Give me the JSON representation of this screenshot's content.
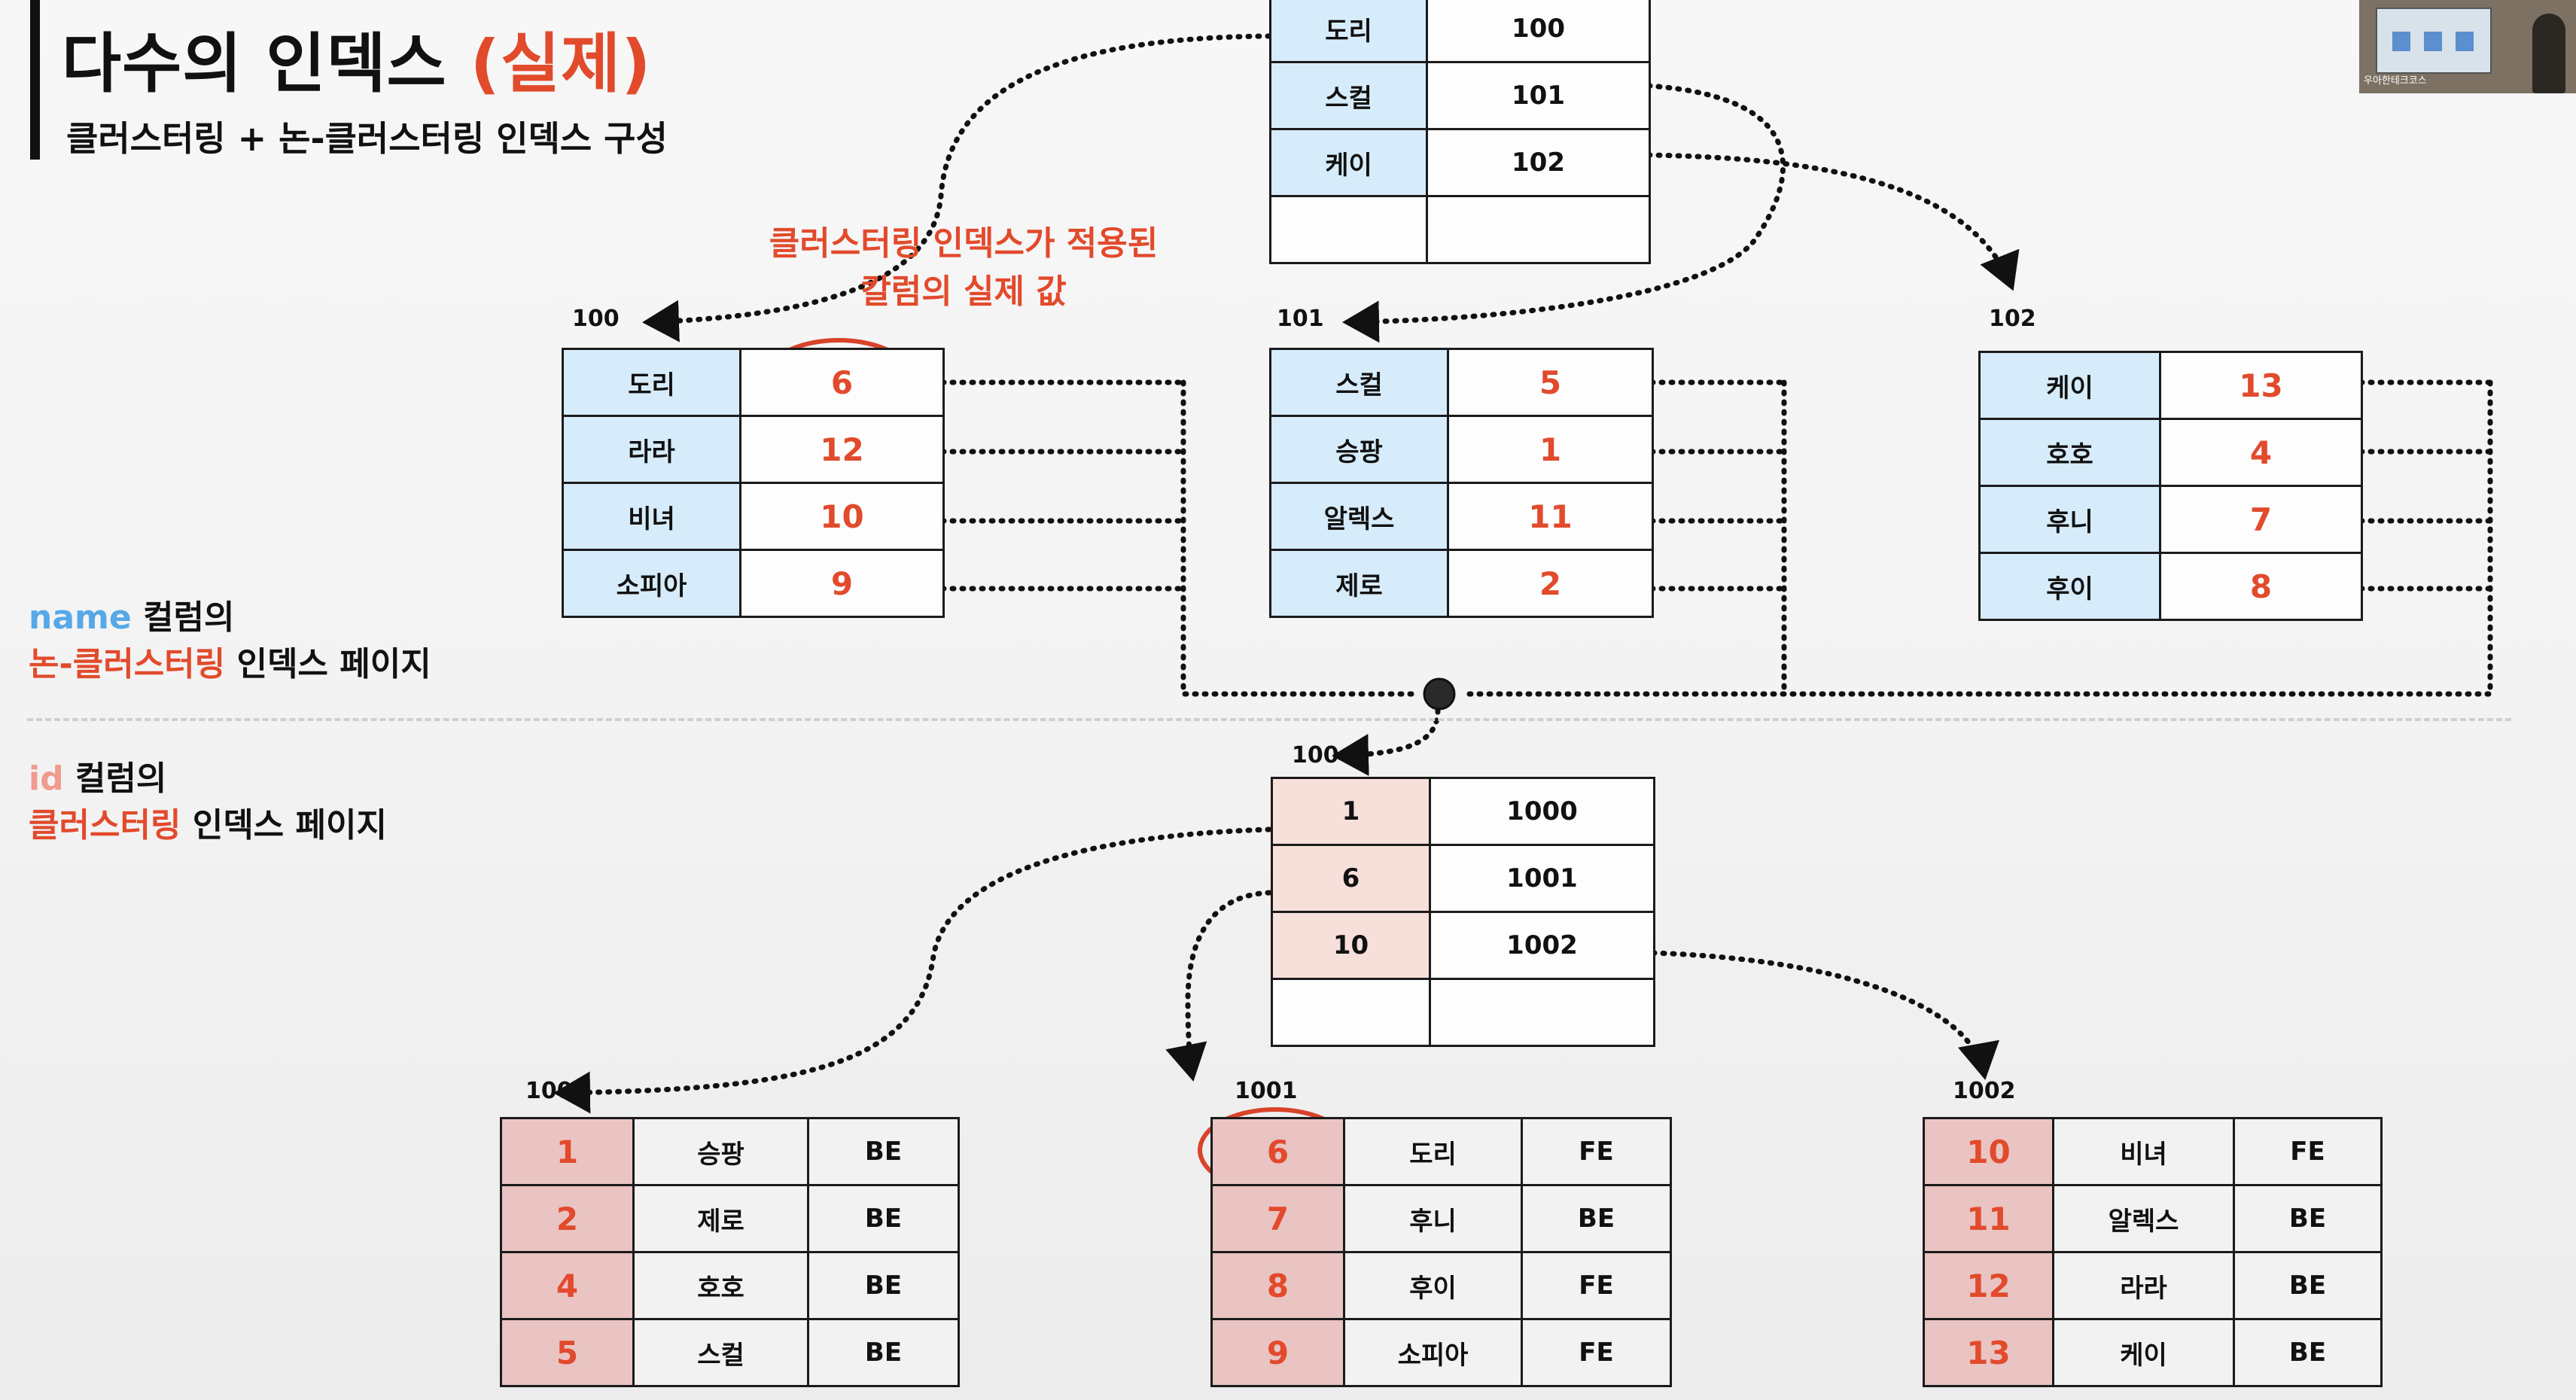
{
  "header": {
    "title_main": "다수의 인덱스",
    "title_accent": "(실제)",
    "subtitle": "클러스터링 + 논-클러스터링 인덱스 구성"
  },
  "labels": {
    "name_section": {
      "keyword": "name",
      "rest1": " 컬럼의",
      "highlight": "논-클러스터링",
      "rest2": " 인덱스 페이지"
    },
    "id_section": {
      "keyword": "id",
      "rest1": " 컬럼의",
      "highlight": "클러스터링",
      "rest2": " 인덱스 페이지"
    },
    "note_line1": "클러스터링 인덱스가 적용된",
    "note_line2": "칼럼의 실제 값"
  },
  "name_root": {
    "rows": [
      {
        "key": "도리",
        "page": "100"
      },
      {
        "key": "스컬",
        "page": "101"
      },
      {
        "key": "케이",
        "page": "102"
      },
      {
        "key": "",
        "page": ""
      }
    ]
  },
  "name_leaves": [
    {
      "page_label": "100",
      "rows": [
        {
          "name": "도리",
          "id": "6"
        },
        {
          "name": "라라",
          "id": "12"
        },
        {
          "name": "비녀",
          "id": "10"
        },
        {
          "name": "소피아",
          "id": "9"
        }
      ]
    },
    {
      "page_label": "101",
      "rows": [
        {
          "name": "스컬",
          "id": "5"
        },
        {
          "name": "승팡",
          "id": "1"
        },
        {
          "name": "알렉스",
          "id": "11"
        },
        {
          "name": "제로",
          "id": "2"
        }
      ]
    },
    {
      "page_label": "102",
      "rows": [
        {
          "name": "케이",
          "id": "13"
        },
        {
          "name": "호호",
          "id": "4"
        },
        {
          "name": "후니",
          "id": "7"
        },
        {
          "name": "후이",
          "id": "8"
        }
      ]
    }
  ],
  "id_root": {
    "page_label": "100",
    "rows": [
      {
        "key": "1",
        "page": "1000"
      },
      {
        "key": "6",
        "page": "1001"
      },
      {
        "key": "10",
        "page": "1002"
      },
      {
        "key": "",
        "page": ""
      }
    ]
  },
  "data_pages": [
    {
      "page_label": "1000",
      "rows": [
        {
          "id": "1",
          "name": "승팡",
          "team": "BE"
        },
        {
          "id": "2",
          "name": "제로",
          "team": "BE"
        },
        {
          "id": "4",
          "name": "호호",
          "team": "BE"
        },
        {
          "id": "5",
          "name": "스컬",
          "team": "BE"
        }
      ]
    },
    {
      "page_label": "1001",
      "rows": [
        {
          "id": "6",
          "name": "도리",
          "team": "FE"
        },
        {
          "id": "7",
          "name": "후니",
          "team": "BE"
        },
        {
          "id": "8",
          "name": "후이",
          "team": "FE"
        },
        {
          "id": "9",
          "name": "소피아",
          "team": "FE"
        }
      ]
    },
    {
      "page_label": "1002",
      "rows": [
        {
          "id": "10",
          "name": "비녀",
          "team": "FE"
        },
        {
          "id": "11",
          "name": "알렉스",
          "team": "BE"
        },
        {
          "id": "12",
          "name": "라라",
          "team": "BE"
        },
        {
          "id": "13",
          "name": "케이",
          "team": "BE"
        }
      ]
    }
  ],
  "webcam": {
    "caption": "우아한테크코스"
  },
  "colors": {
    "accent_red": "#e24a2c",
    "name_key_fill": "#d6ecfa",
    "id_key_fill": "#f7dfda",
    "data_id_fill": "#e9c4c2",
    "keyword_blue": "#56a8e6",
    "keyword_pink": "#ef9b8e"
  }
}
